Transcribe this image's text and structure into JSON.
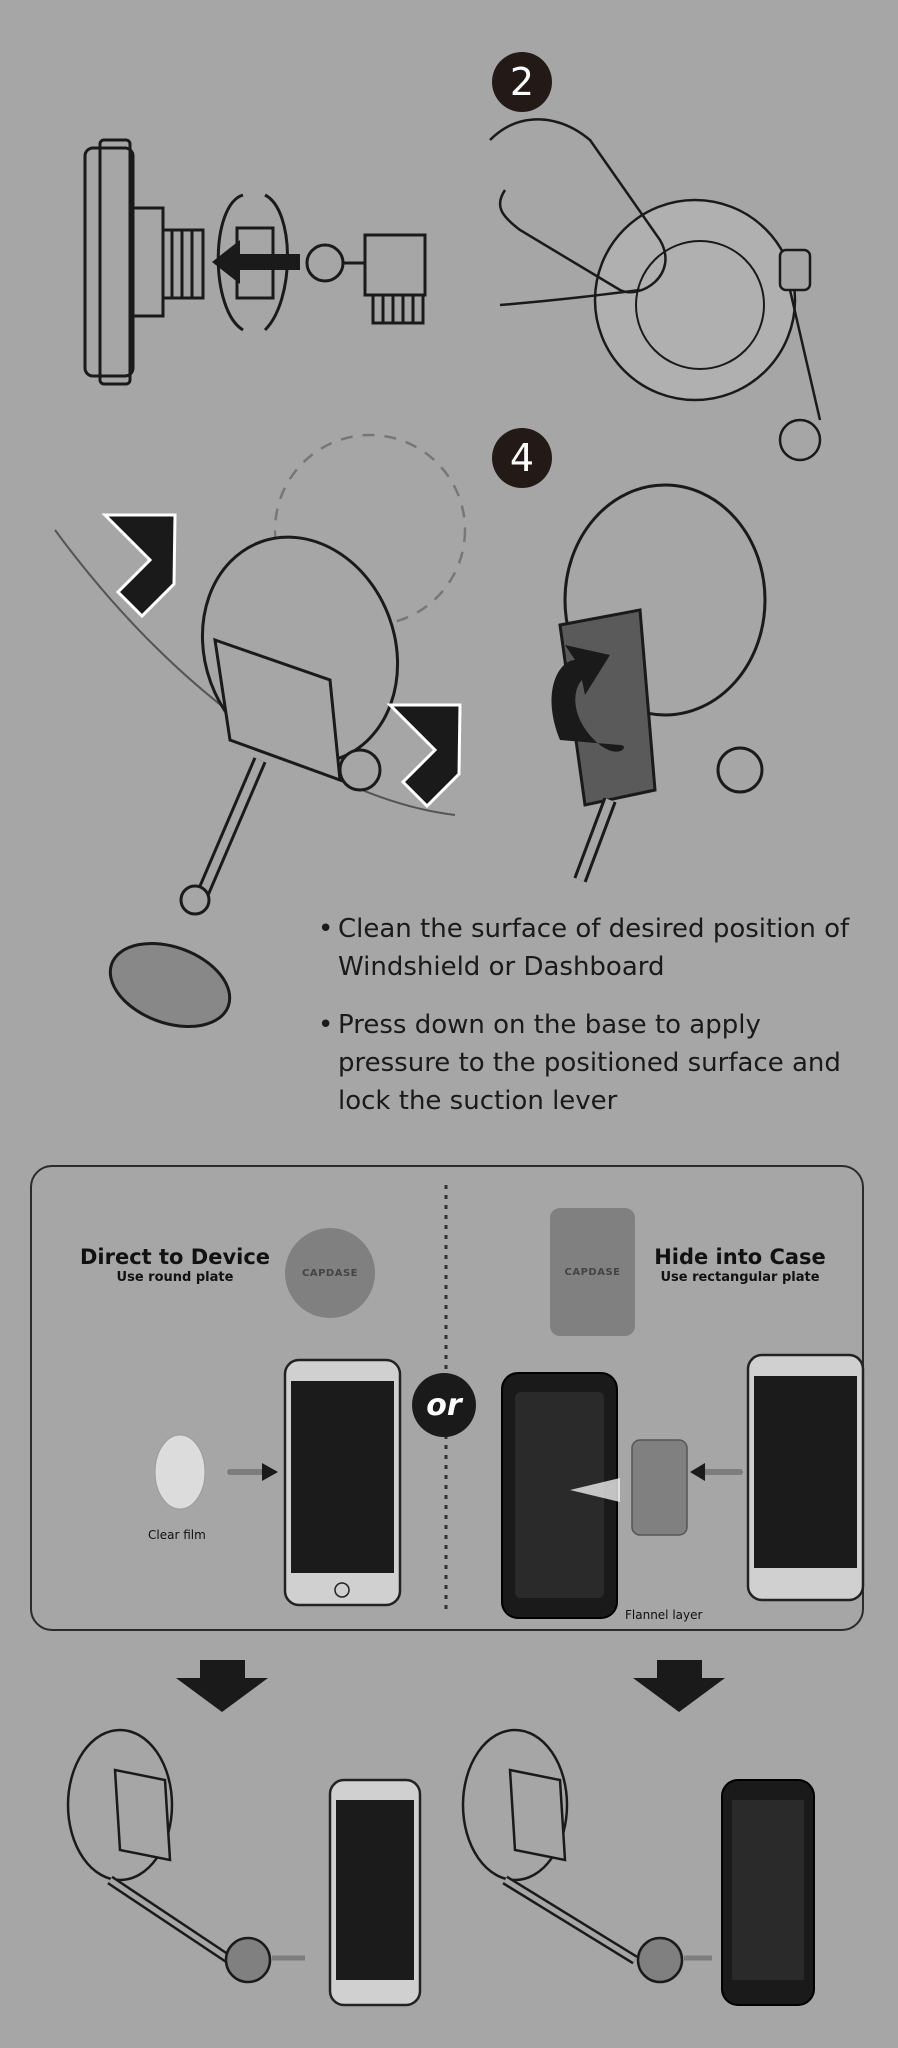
{
  "steps": {
    "step2": "2",
    "step4": "4"
  },
  "instructions": [
    "Clean the surface of desired position of  Windshield or Dashboard",
    "Press down on the base to apply pressure to the positioned surface and lock the suction lever"
  ],
  "bullet_char": "•",
  "options": {
    "left": {
      "title": "Direct to Device",
      "subtitle": "Use round plate",
      "plate_brand": "CAPDASE",
      "caption": "Clear film"
    },
    "divider_label": "or",
    "right": {
      "title": "Hide into Case",
      "subtitle": "Use rectangular plate",
      "plate_brand": "CAPDASE",
      "caption": "Flannel layer"
    }
  },
  "colors": {
    "background": "#a6a6a6",
    "badge": "#231916",
    "plate_gray": "#808080",
    "screen": "#1b1b1b"
  },
  "icons": [
    "step-2-badge",
    "step-4-badge",
    "arrow-icon",
    "rotate-arrow-icon",
    "down-arrow-icon"
  ]
}
